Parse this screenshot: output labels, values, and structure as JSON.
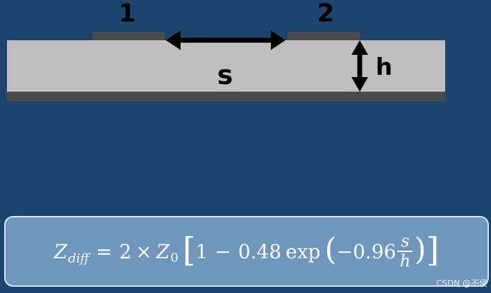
{
  "diagram": {
    "labels": {
      "trace_1": "1",
      "trace_2": "2",
      "spacing": "s",
      "height": "h"
    }
  },
  "formula": {
    "lhs_symbol": "Z",
    "lhs_subscript": "diff",
    "equals": "=",
    "coefficient": "2",
    "times": "×",
    "z_symbol": "Z",
    "z_subscript": "0",
    "left_bracket": "[",
    "one": "1",
    "minus": "−",
    "factor": "0.48",
    "function": "exp",
    "left_paren": "(",
    "neg_factor": "−0.96",
    "fraction_numerator": "s",
    "fraction_denominator": "h",
    "right_paren": ")",
    "right_bracket": "]"
  },
  "watermark": "CSDN @不侵",
  "colors": {
    "background": "#1b456d",
    "substrate": "#c2bdc2",
    "copper": "#4b4b4b",
    "formula_box": "#6f96bd"
  }
}
